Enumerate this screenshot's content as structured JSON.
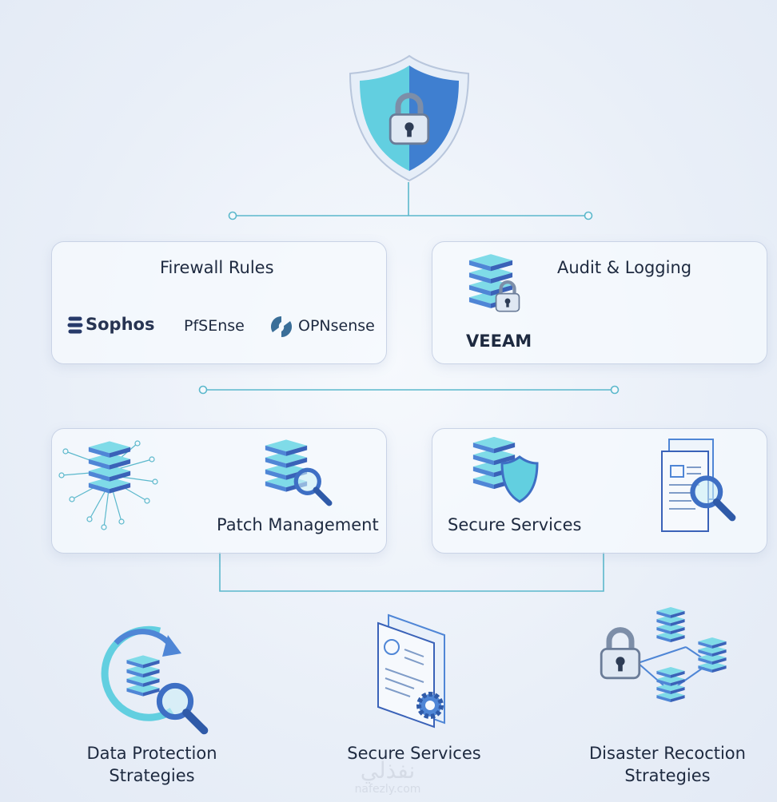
{
  "top": {
    "icon": "shield-lock-icon"
  },
  "row1": {
    "firewall": {
      "title": "Firewall Rules",
      "vendors": [
        "Sophos",
        "PfSEnse",
        "OPNsense"
      ]
    },
    "audit": {
      "title": "Audit & Logging",
      "vendor": "VEEAM"
    }
  },
  "row2": {
    "patch": {
      "title": "Patch Management"
    },
    "secure": {
      "title": "Secure Services"
    }
  },
  "bottom": [
    {
      "line1": "Data Protection",
      "line2": "Strategies"
    },
    {
      "line1": "Secure Services",
      "line2": ""
    },
    {
      "line1": "Disaster Recoction",
      "line2": "Strategies"
    }
  ],
  "watermark": {
    "arabic": "نفذلي",
    "latin": "nafezly.com"
  },
  "colors": {
    "accent": "#4fc3d9",
    "line": "#5bb8cc",
    "server_top": "#6fd3e3",
    "server_side": "#4a74c9"
  }
}
